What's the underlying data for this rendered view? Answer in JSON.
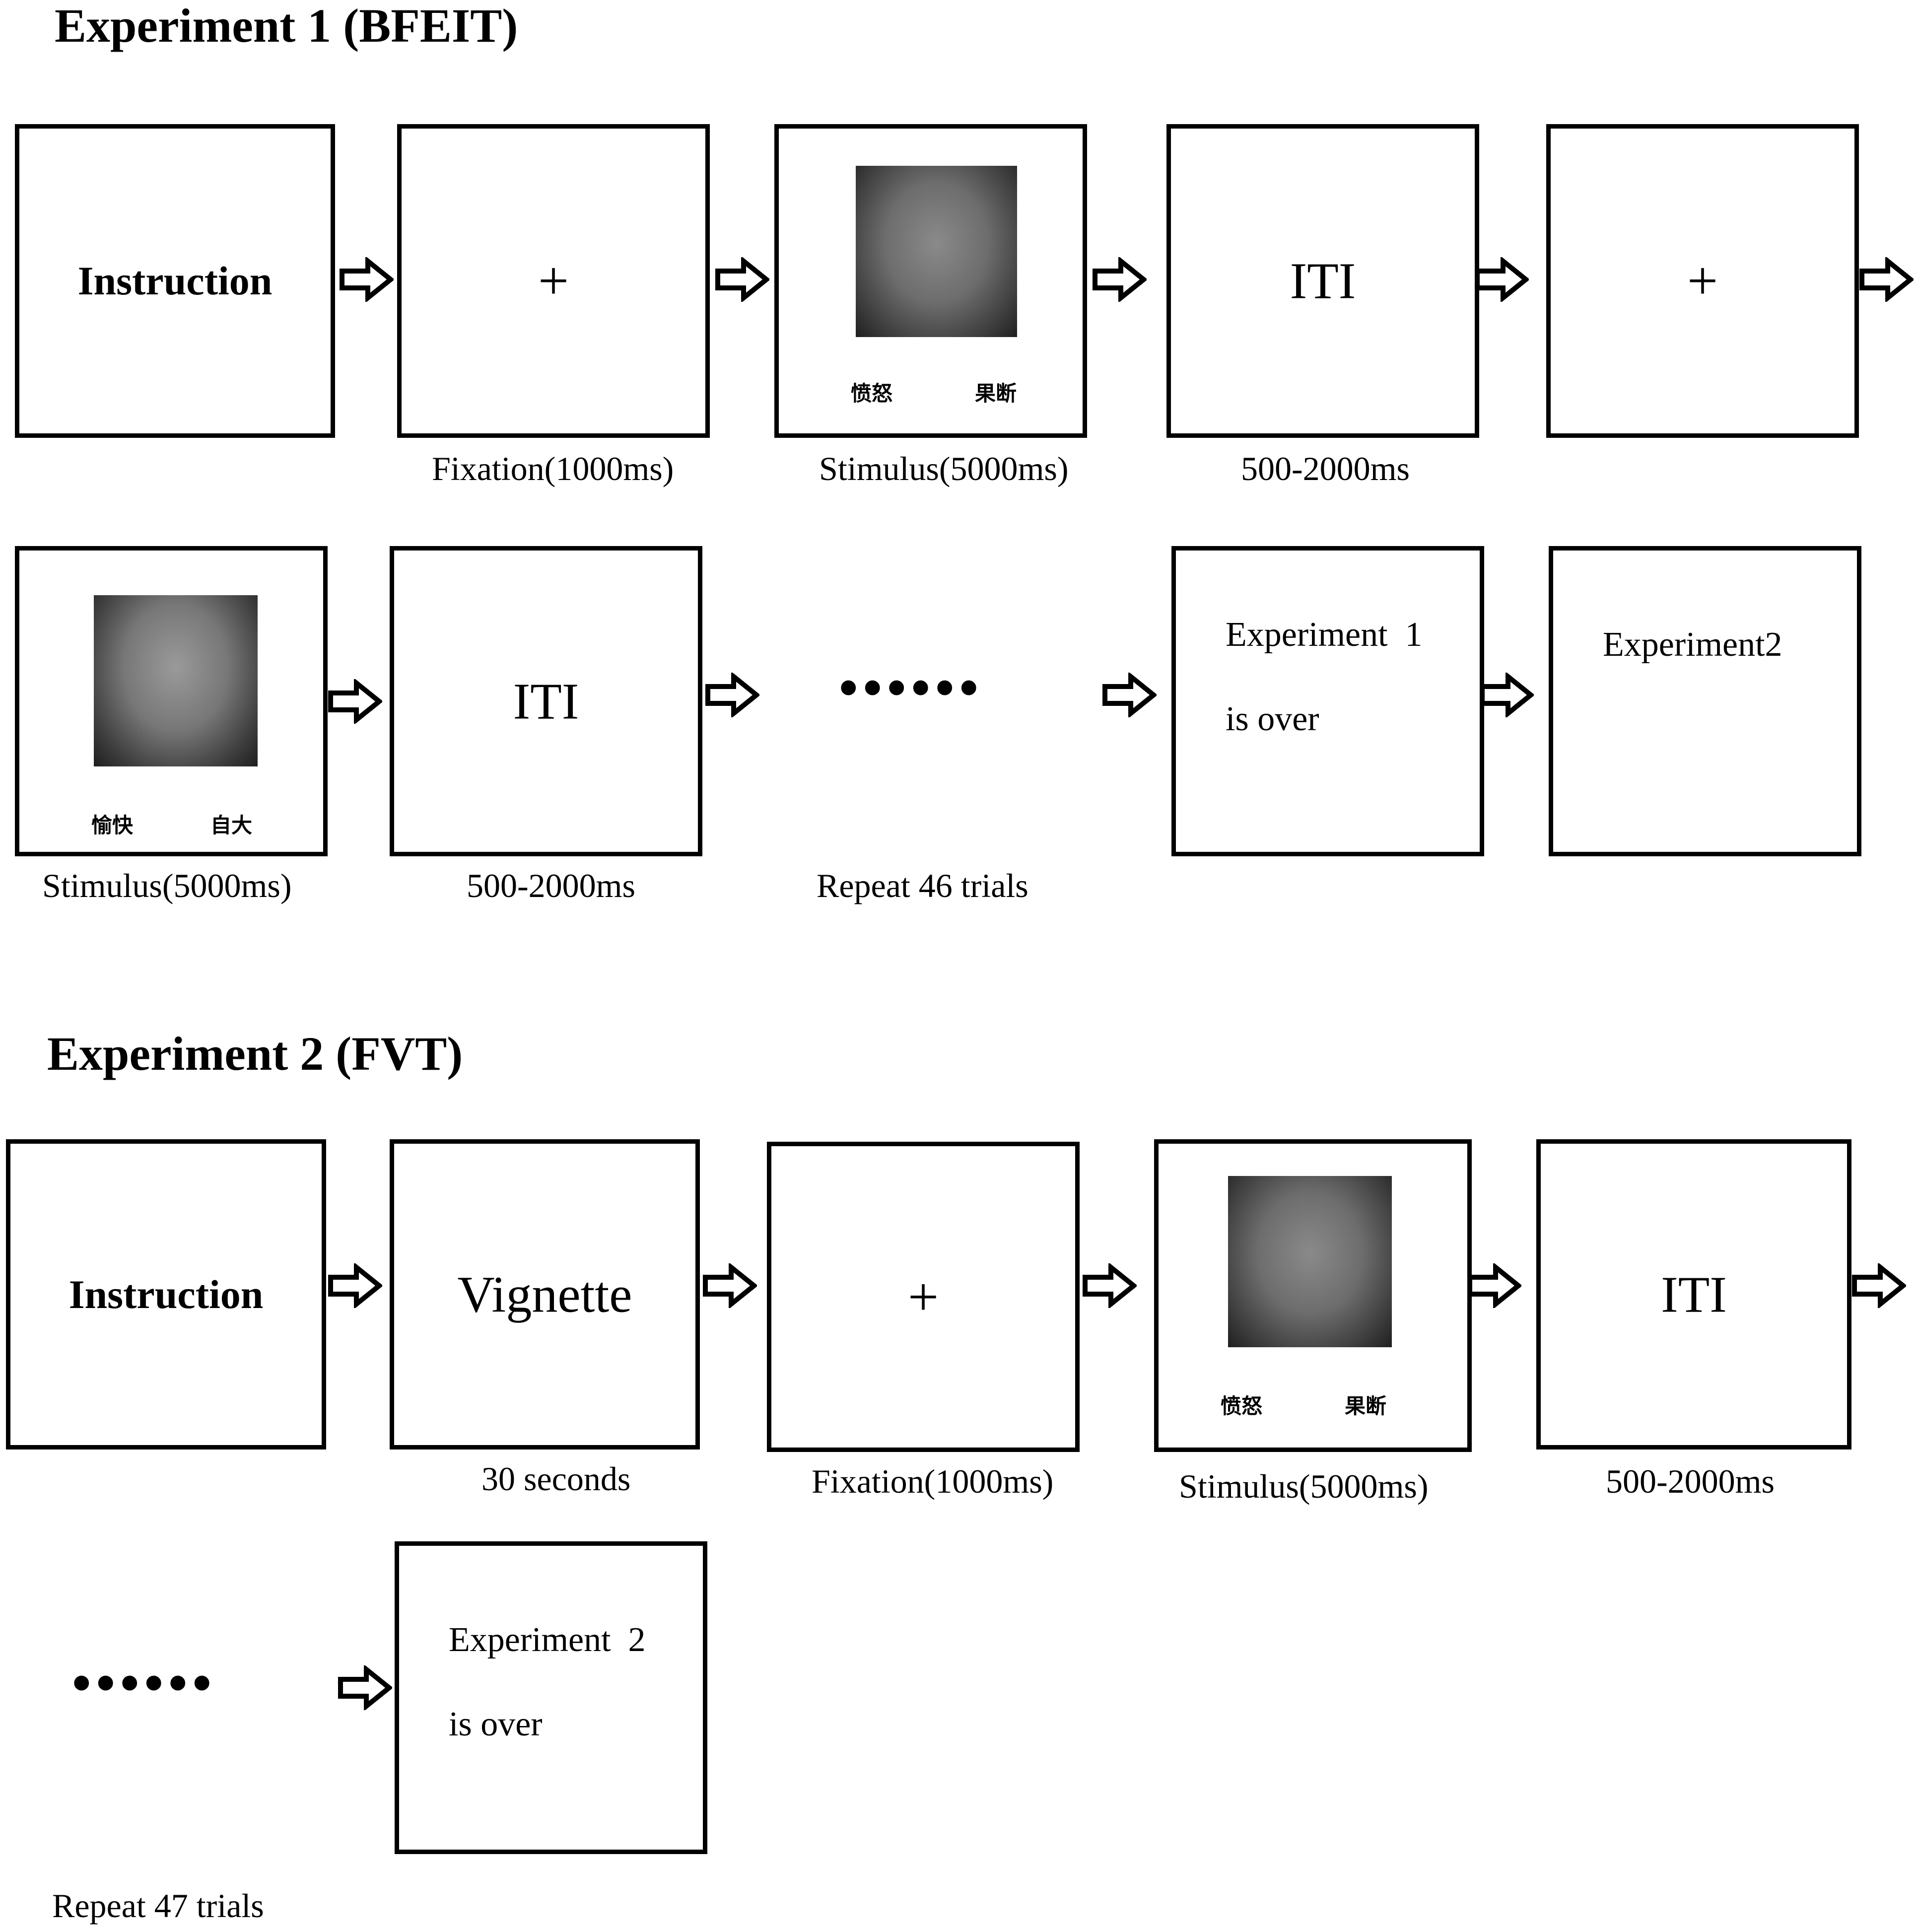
{
  "experiment1": {
    "title": "Experiment 1 (BFEIT)",
    "row1": {
      "instruction": "Instruction",
      "fixation_symbol": "+",
      "stimulus_words": [
        "愤怒",
        "果断"
      ],
      "iti": "ITI",
      "fixation_symbol_2": "+",
      "captions": {
        "fixation": "Fixation(1000ms)",
        "stimulus": "Stimulus(5000ms)",
        "iti": "500-2000ms"
      }
    },
    "row2": {
      "stimulus_words": [
        "愉快",
        "自大"
      ],
      "iti": "ITI",
      "dots": "••••••",
      "end_line1": "Experiment  1",
      "end_line2": "is over",
      "next": "Experiment2",
      "captions": {
        "stimulus": "Stimulus(5000ms)",
        "iti": "500-2000ms",
        "repeat": "Repeat 46 trials"
      }
    }
  },
  "experiment2": {
    "title": "Experiment 2 (FVT)",
    "row1": {
      "instruction": "Instruction",
      "vignette": "Vignette",
      "fixation_symbol": "+",
      "stimulus_words": [
        "愤怒",
        "果断"
      ],
      "iti": "ITI",
      "captions": {
        "vignette": "30 seconds",
        "fixation": "Fixation(1000ms)",
        "stimulus": "Stimulus(5000ms)",
        "iti": "500-2000ms"
      }
    },
    "row2": {
      "dots": "••••••",
      "end_line1": "Experiment  2",
      "end_line2": "is over",
      "captions": {
        "repeat": "Repeat 47 trials"
      }
    }
  }
}
